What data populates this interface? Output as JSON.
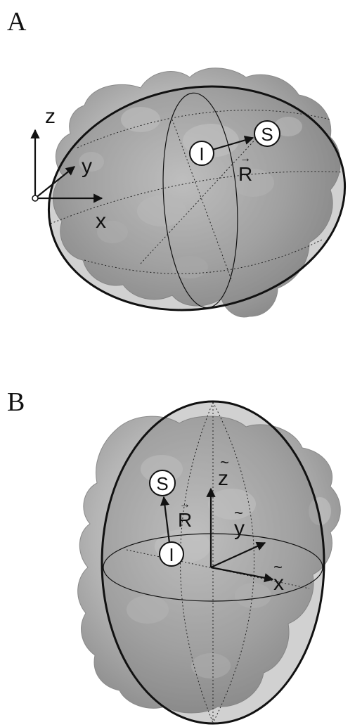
{
  "panel_a": {
    "letter": "A",
    "axis_z": "z",
    "axis_y": "y",
    "axis_x": "x",
    "marker_i": "I",
    "marker_s": "S",
    "vector_label": "R",
    "vector_arrow": "→"
  },
  "panel_b": {
    "letter": "B",
    "axis_z": "z",
    "axis_y": "y",
    "axis_x": "x",
    "tilde": "~",
    "marker_i": "I",
    "marker_s": "S",
    "vector_label": "R",
    "vector_arrow": "→"
  },
  "colors": {
    "molecule": "#a6a6a6",
    "molecule_light": "#d4d4d4",
    "ellipsoid_fill": "#8a8a8a",
    "outline": "#111111"
  }
}
